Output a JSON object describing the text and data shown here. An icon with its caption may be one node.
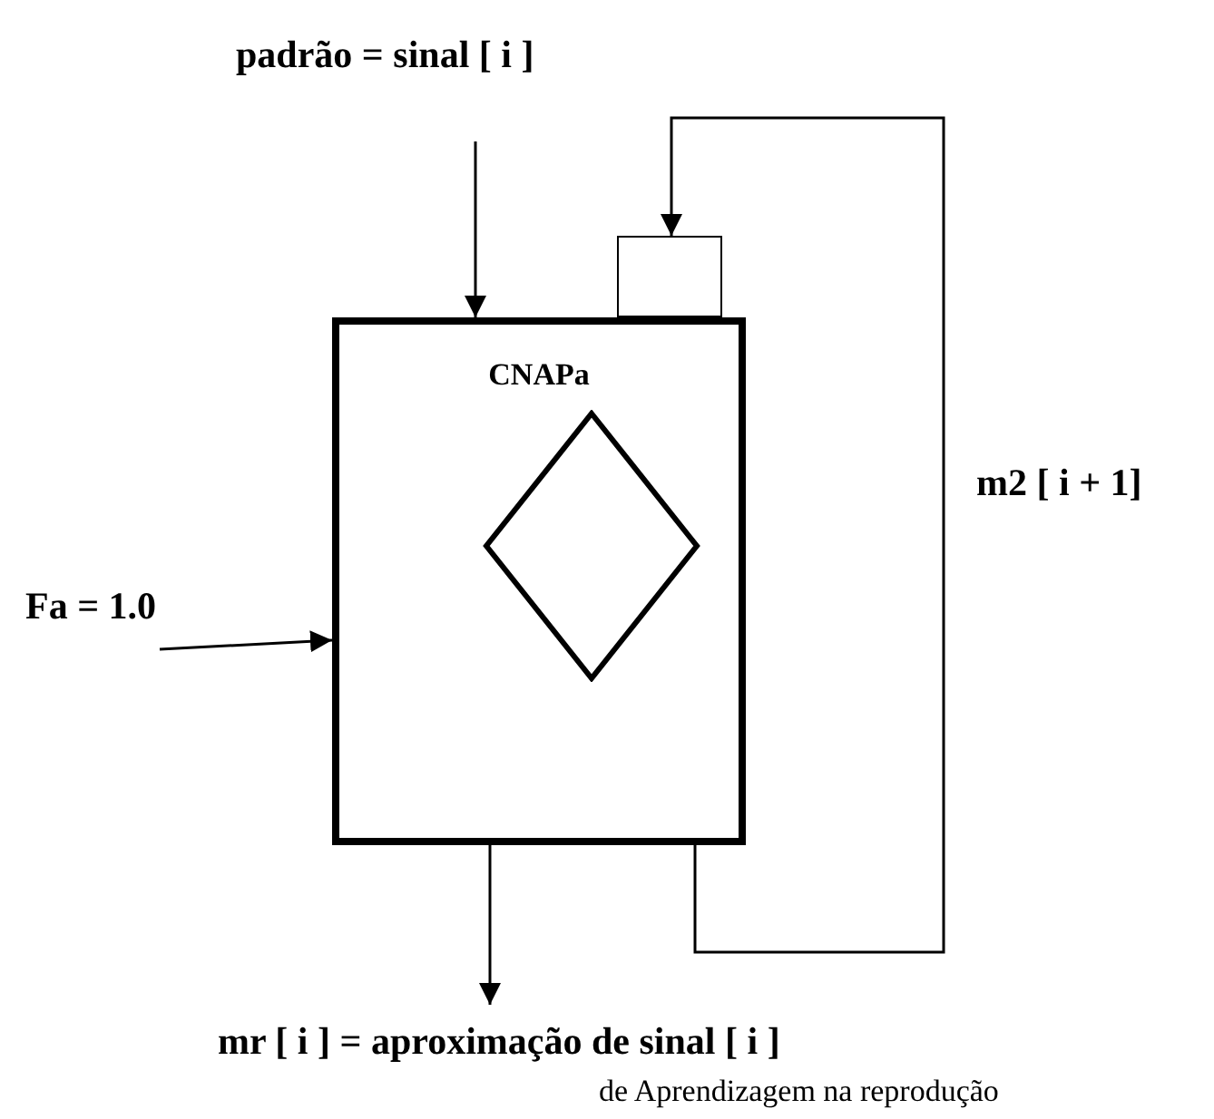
{
  "diagram": {
    "nodes": [
      {
        "text": [
          "CNAPa"
        ]
      },
      {
        "text": [],
        "shape": "diamond",
        "in": 0
      },
      {
        "text": [],
        "shape": "box"
      },
      {
        "text": [
          "padrão = sinal [ i ]"
        ]
      },
      {
        "text": [
          "Fa = 1.0"
        ]
      },
      {
        "text": [
          "mr [ i ] = aproximação de sinal [ i ]"
        ]
      }
    ],
    "edges": [
      {
        "from": 3,
        "to": 0,
        "arrow": "to"
      },
      {
        "from": 0,
        "to": 2,
        "arrow": "to",
        "label": "m2 [ i + 1]"
      },
      {
        "from": 4,
        "to": 0,
        "arrow": "to"
      },
      {
        "from": 0,
        "to": 5,
        "arrow": "to"
      }
    ],
    "labels": [
      "de Aprendizagem na reprodução"
    ]
  }
}
